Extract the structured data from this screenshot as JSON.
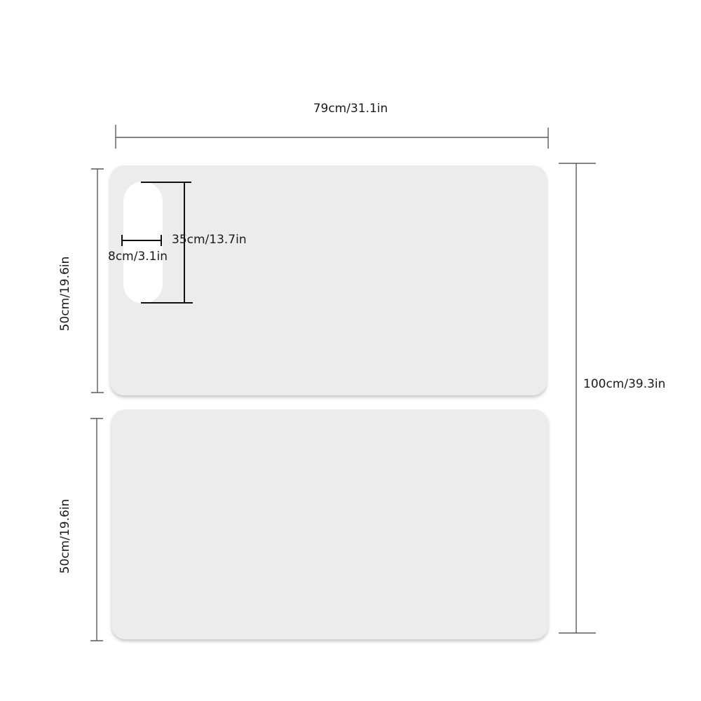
{
  "dimensions": {
    "overall_width": "79cm/31.1in",
    "overall_height": "100cm/39.3in",
    "top_panel_height": "50cm/19.6in",
    "bottom_panel_height": "50cm/19.6in",
    "cutout_length": "35cm/13.7in",
    "cutout_width": "8cm/3.1in"
  },
  "colors": {
    "panel_fill": "#ececec",
    "panel_edge": "#d9d9d9",
    "cutout_fill": "#ffffff"
  }
}
